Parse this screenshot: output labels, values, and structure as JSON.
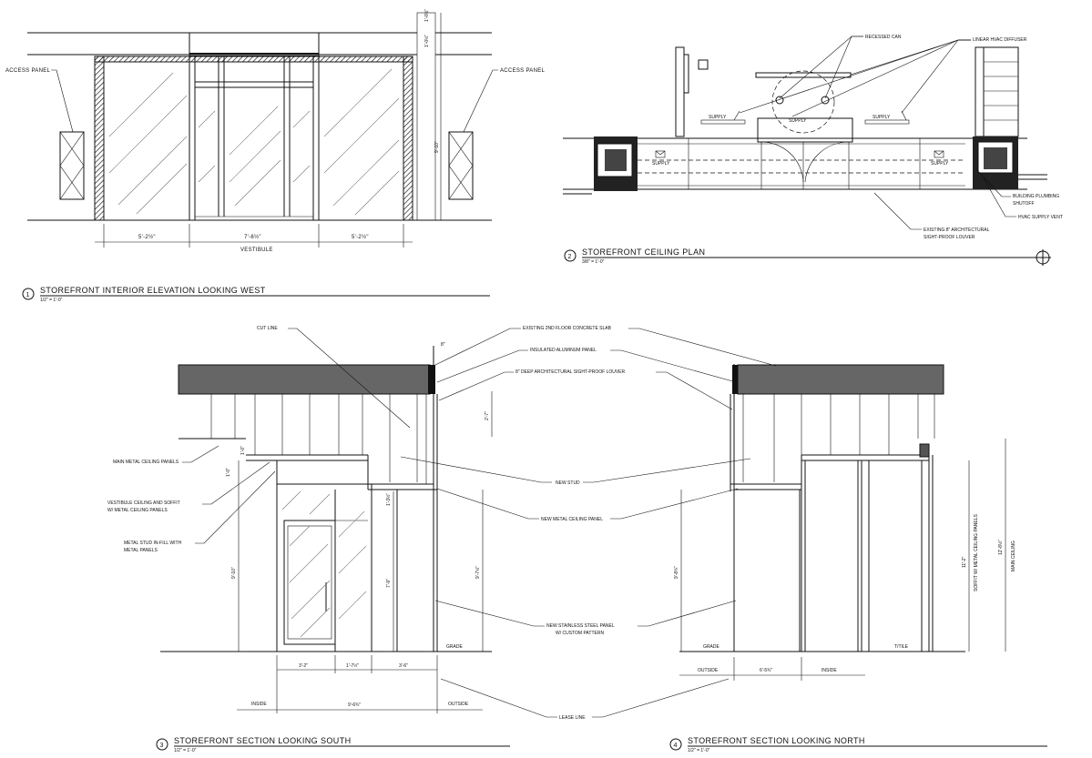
{
  "views": [
    {
      "number": "1",
      "title": "STOREFRONT INTERIOR ELEVATION LOOKING WEST",
      "scale": "1/2\" = 1'-0\""
    },
    {
      "number": "2",
      "title": "STOREFRONT CEILING PLAN",
      "scale": "3/8\" = 1'-0\""
    },
    {
      "number": "3",
      "title": "STOREFRONT SECTION LOOKING SOUTH",
      "scale": "1/2\" = 1'-0\""
    },
    {
      "number": "4",
      "title": "STOREFRONT SECTION LOOKING NORTH",
      "scale": "1/2\" = 1'-0\""
    }
  ],
  "elevation": {
    "access_panel": "ACCESS PANEL",
    "vestibule": "VESTIBULE",
    "dim_left": "5'-2½\"",
    "dim_center": "7'-6½\"",
    "dim_right": "5'-2½\"",
    "dim_height": "9'-10\"",
    "dim_top1": "1'-0½\"",
    "dim_top2": "1'-0½\""
  },
  "ceiling_plan": {
    "recessed_can": "RECESSED CAN",
    "linear_hvac": "LINEAR HVAC DIFFUSER",
    "supply": "SUPPLY",
    "building_plumbing_1": "BUILDING PLUMBING",
    "building_plumbing_2": "SHUTOFF",
    "hvac_supply_vent": "HVAC SUPPLY VENT",
    "louver_1": "EXISTING 8\" ARCHITECTURAL",
    "louver_2": "SIGHT-PROOF LOUVER"
  },
  "sections": {
    "cut_line": "CUT LINE",
    "existing_slab": "EXISTING 2ND FLOOR CONCRETE SLAB",
    "insulated_panel": "INSULATED ALUMINUM PANEL",
    "deep_louver": "8\" DEEP ARCHITECTURAL SIGHT-PROOF LOUVER",
    "main_metal": "MAIN METAL CEILING PANELS",
    "vestibule_ceiling_1": "VESTIBULE CEILING AND SOFFIT",
    "vestibule_ceiling_2": "W/ METAL CEILING PANELS",
    "metal_stud_1": "METAL STUD IN-FILL WITH",
    "metal_stud_2": "METAL PANELS",
    "new_stud": "NEW STUD",
    "new_metal_panel": "NEW METAL CEILING PANEL",
    "stainless_1": "NEW STAINLESS STEEL PANEL",
    "stainless_2": "W/ CUSTOM PATTERN",
    "lease_line": "LEASE LINE",
    "grade": "GRADE",
    "inside": "INSIDE",
    "outside": "OUTSIDE",
    "soffit": "SOFFIT W/ METAL CEILING PANELS",
    "main_ceiling": "MAIN CEILING",
    "tile": "T/TILE",
    "dim_8": "8\"",
    "dim_2_7": "2'-7\"",
    "dim_1_0": "1'-0\"",
    "dim_9_10": "9'-10\"",
    "dim_7_9": "7'-9\"",
    "dim_9_7": "9'-7½\"",
    "dim_1_3": "1'-3½\"",
    "dim_3_2": "3'-2\"",
    "dim_1_7": "1'-7½\"",
    "dim_3_6": "3'-6\"",
    "dim_9_6": "9'-6¾\"",
    "dim_9_8": "9'-8¾\"",
    "dim_6_5": "6'-5¾\"",
    "dim_11_2": "11'-2\"",
    "dim_12_8": "12'-8½\""
  }
}
